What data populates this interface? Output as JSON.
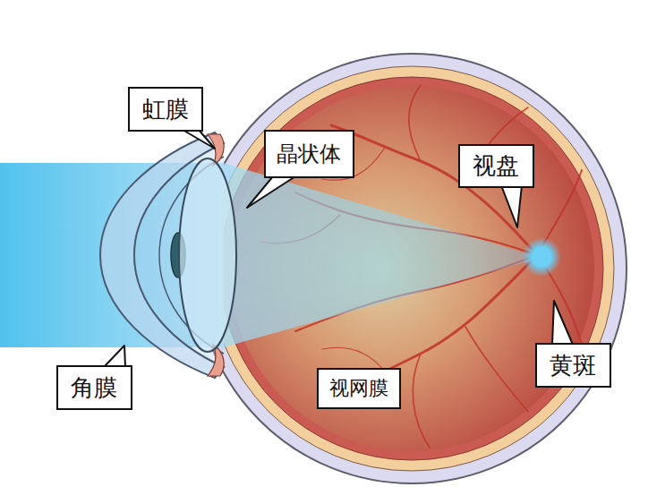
{
  "diagram": {
    "nodes": [
      {
        "text": [
          "虹膜"
        ]
      },
      {
        "text": [
          "晶状体"
        ]
      },
      {
        "text": [
          "视盘"
        ]
      },
      {
        "text": [
          "黄斑"
        ]
      },
      {
        "text": [
          "角膜"
        ]
      },
      {
        "text": [
          "视网膜"
        ]
      }
    ]
  }
}
